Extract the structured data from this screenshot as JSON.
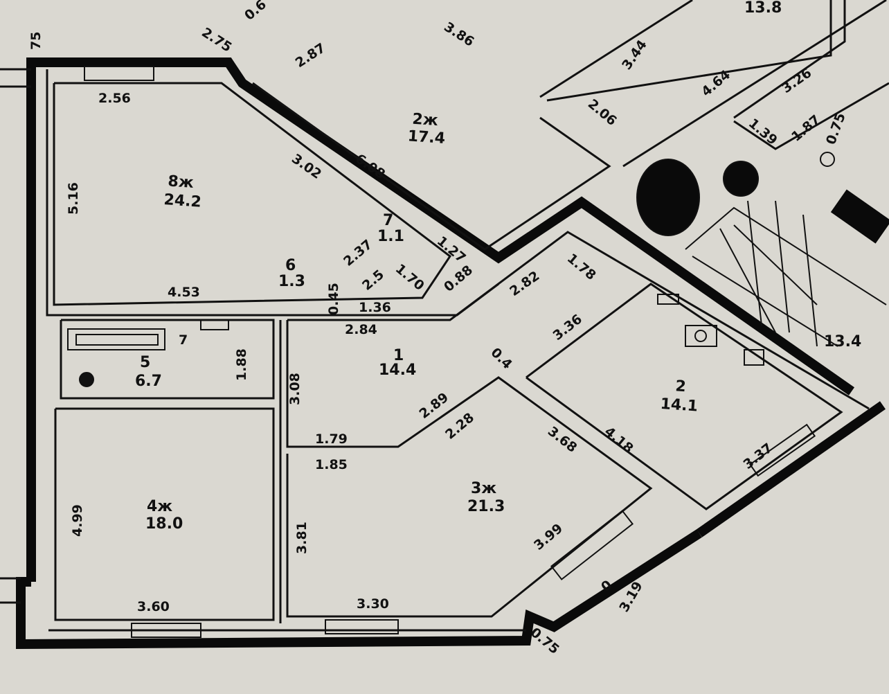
{
  "plan": {
    "rooms": [
      {
        "id": "8ж",
        "area": "24.2"
      },
      {
        "id": "2ж",
        "area": "17.4"
      },
      {
        "id": "1",
        "area": "14.4"
      },
      {
        "id": "2",
        "area": "14.1"
      },
      {
        "id": "3ж",
        "area": "21.3"
      },
      {
        "id": "4ж",
        "area": "18.0"
      },
      {
        "id": "5",
        "area": "6.7"
      },
      {
        "id": "6",
        "area": "1.3"
      },
      {
        "id": "7",
        "area": "1.1"
      }
    ],
    "neighbor_areas": [
      "13.8",
      "13.4"
    ],
    "dimensions": [
      "2.56",
      "5.16",
      "3.02",
      "6.08",
      "4.53",
      "3.86",
      "2.87",
      "2.75",
      "0.6",
      "3.44",
      "4.64",
      "3.26",
      "2.06",
      "1.39",
      "1.87",
      "0.75",
      "2.37",
      "1.27",
      "0.88",
      "1.70",
      "2.5",
      "1.36",
      "0.45",
      "2.84",
      "2.82",
      "1.78",
      "3.36",
      "0.4",
      "1.88",
      "3.08",
      "7",
      "2.89",
      "2.28",
      "1.79",
      "1.85",
      "3.68",
      "4.18",
      "3.37",
      "4.99",
      "3.60",
      "3.81",
      "3.30",
      "3.99",
      "0",
      "3.19",
      "0.75",
      "75"
    ]
  }
}
